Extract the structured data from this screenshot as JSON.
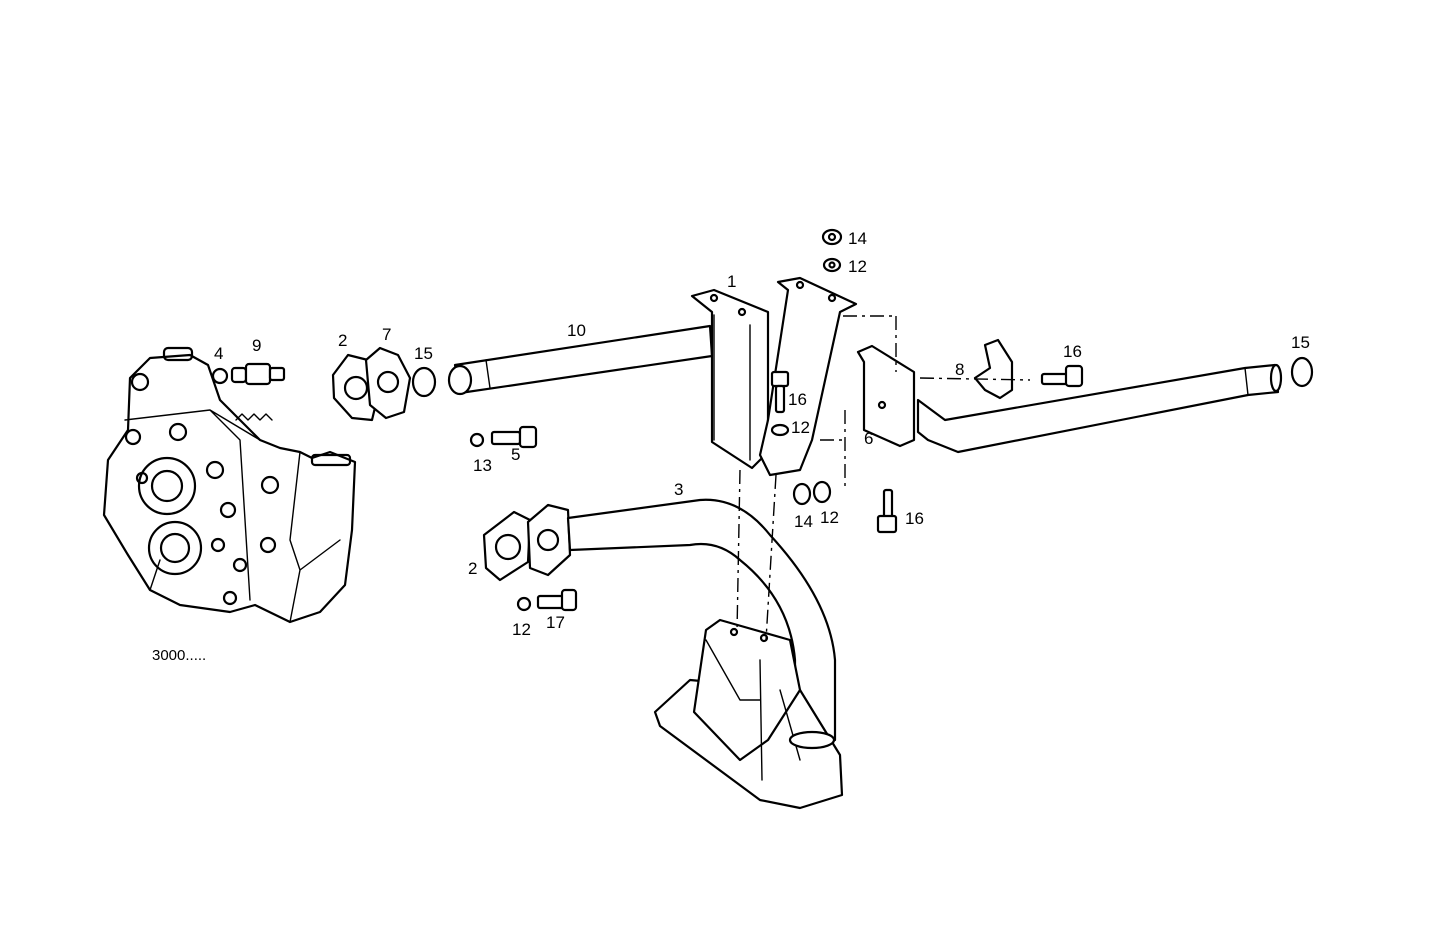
{
  "diagram": {
    "reference_label": "3000.....",
    "part_labels": {
      "p1": "1",
      "p2_top": "2",
      "p2_bottom": "2",
      "p3": "3",
      "p4": "4",
      "p5": "5",
      "p6": "6",
      "p7": "7",
      "p8": "8",
      "p9": "9",
      "p10": "10",
      "p12_top": "12",
      "p12_mid": "12",
      "p12_right": "12",
      "p12_bottom": "12",
      "p13": "13",
      "p14_top": "14",
      "p14_right": "14",
      "p15_left": "15",
      "p15_right": "15",
      "p16_mid": "16",
      "p16_right": "16",
      "p16_bottom": "16",
      "p17": "17"
    }
  }
}
